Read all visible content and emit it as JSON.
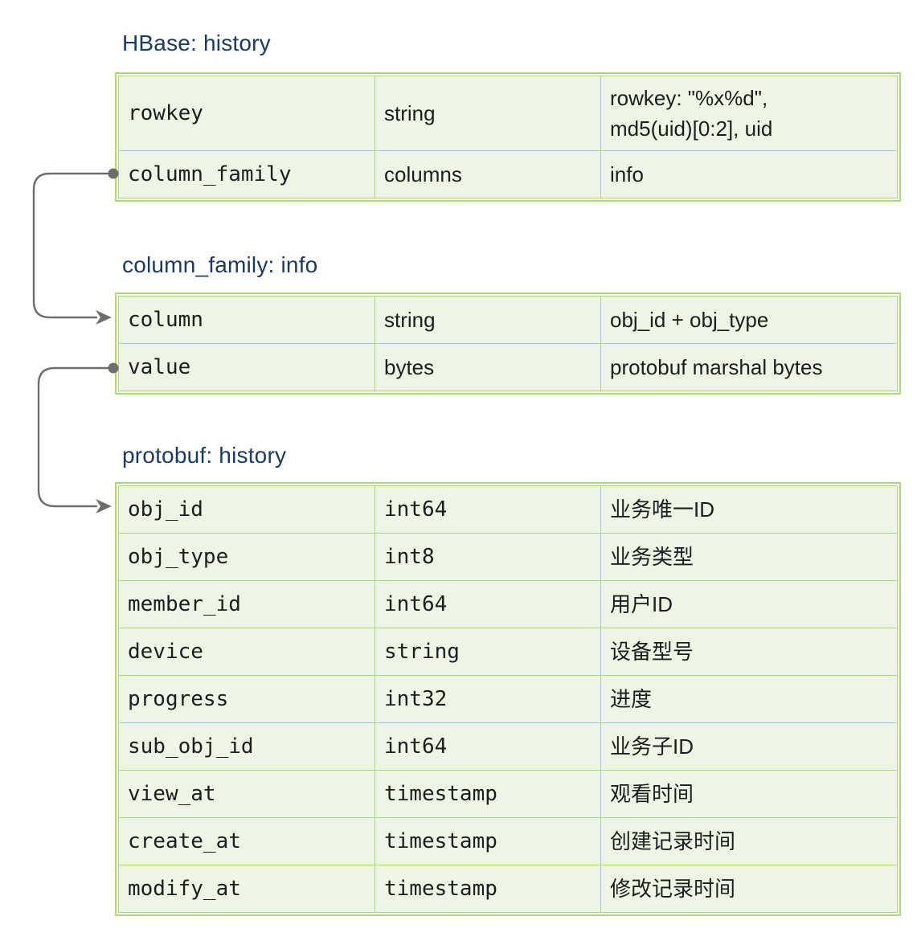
{
  "diagram": {
    "kind": "hbase-schema-mapping",
    "colors": {
      "table_border": "#abd972",
      "cell_background": "#edf6e4",
      "title_text": "#1b3a64",
      "cell_text": "#1d1d1f",
      "connector": "#6d6d6d",
      "page_background": "#ffffff"
    },
    "tables": [
      {
        "title": "HBase: history",
        "type_font": "sans",
        "rows": [
          {
            "field": "rowkey",
            "type": "string",
            "desc": "rowkey: \"%x%d\",\nmd5(uid)[0:2], uid"
          },
          {
            "field": "column_family",
            "type": "columns",
            "desc": "info"
          }
        ]
      },
      {
        "title": "column_family: info",
        "type_font": "sans",
        "rows": [
          {
            "field": "column",
            "type": "string",
            "desc": "obj_id + obj_type"
          },
          {
            "field": "value",
            "type": "bytes",
            "desc": "protobuf marshal bytes"
          }
        ]
      },
      {
        "title": "protobuf: history",
        "type_font": "mono",
        "rows": [
          {
            "field": "obj_id",
            "type": "int64",
            "desc": "业务唯一ID"
          },
          {
            "field": "obj_type",
            "type": "int8",
            "desc": "业务类型"
          },
          {
            "field": "member_id",
            "type": "int64",
            "desc": "用户ID"
          },
          {
            "field": "device",
            "type": "string",
            "desc": "设备型号"
          },
          {
            "field": "progress",
            "type": "int32",
            "desc": "进度"
          },
          {
            "field": "sub_obj_id",
            "type": "int64",
            "desc": "业务子ID"
          },
          {
            "field": "view_at",
            "type": "timestamp",
            "desc": "观看时间"
          },
          {
            "field": "create_at",
            "type": "timestamp",
            "desc": "创建记录时间"
          },
          {
            "field": "modify_at",
            "type": "timestamp",
            "desc": "修改记录时间"
          }
        ]
      }
    ],
    "connections": [
      {
        "from_table": 0,
        "from_field": "column_family",
        "to_table": 1,
        "to_field": "column"
      },
      {
        "from_table": 1,
        "from_field": "value",
        "to_table": 2,
        "to_field": "obj_id"
      }
    ]
  }
}
